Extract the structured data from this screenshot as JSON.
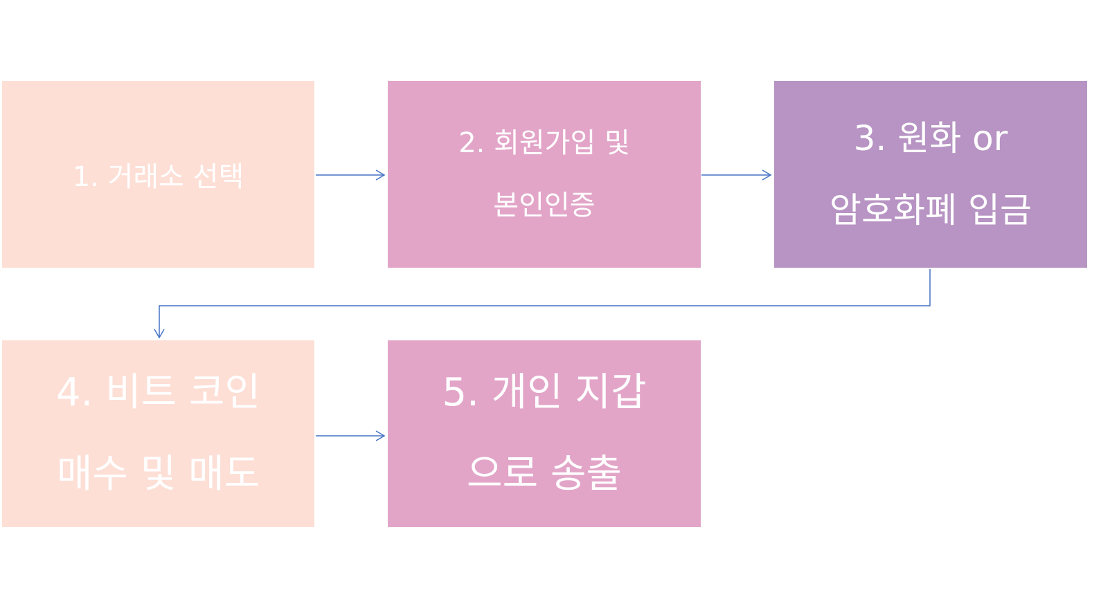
{
  "colors": {
    "peach": "#fddfd6",
    "pink": "#e2a5c8",
    "purple": "#b794c3",
    "connector": "#4472c4",
    "text": "#ffffff"
  },
  "steps": [
    {
      "lines": [
        "1. 거래소 선택"
      ]
    },
    {
      "lines": [
        "2. 회원가입 및",
        "본인인증"
      ]
    },
    {
      "lines": [
        "3. 원화 or",
        "암호화폐 입금"
      ]
    },
    {
      "lines": [
        "4. 비트 코인",
        "매수 및 매도"
      ]
    },
    {
      "lines": [
        "5. 개인 지갑",
        "으로 송출"
      ]
    }
  ]
}
